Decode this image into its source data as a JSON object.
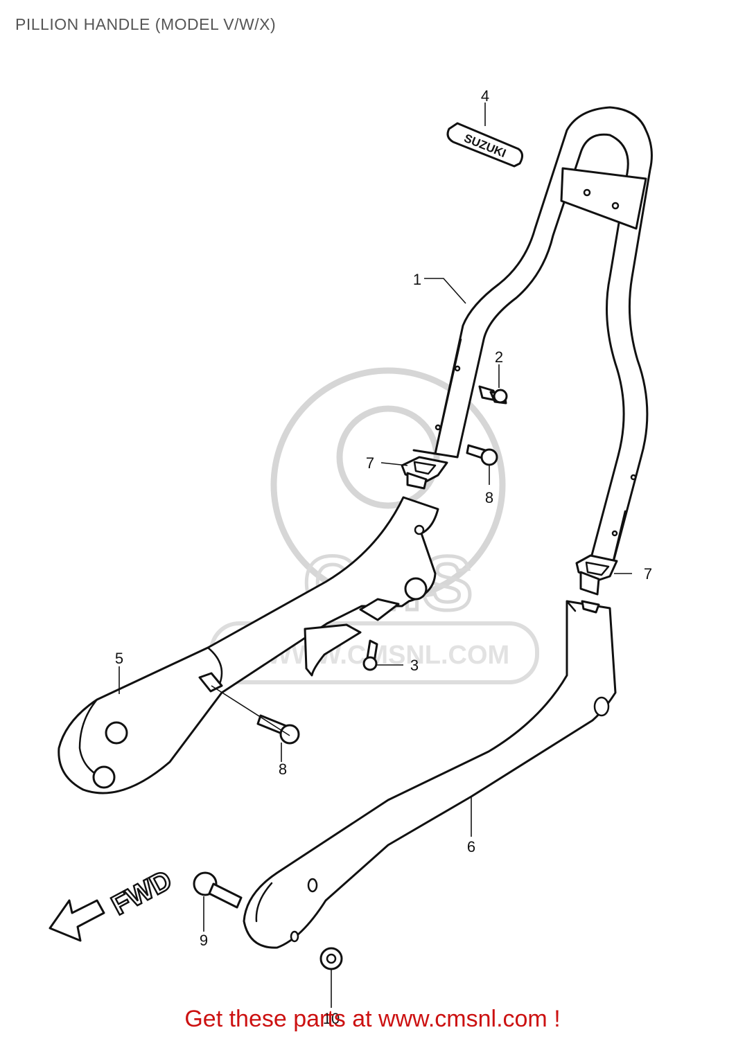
{
  "title": "PILLION HANDLE (MODEL V/W/X)",
  "emblem_text": "SUZUKI",
  "fwd_label": "FWD",
  "watermark_text": "CMS",
  "watermark_url": "WWW.CMSNL.COM",
  "callouts": [
    "1",
    "2",
    "3",
    "4",
    "5",
    "6",
    "7",
    "7",
    "8",
    "8",
    "9",
    "10"
  ],
  "footer": "Get these parts at www.cmsnl.com !",
  "colors": {
    "footer": "#cc1111",
    "title": "#555555",
    "lines": "#111111",
    "watermark": "#d6d6d6"
  }
}
